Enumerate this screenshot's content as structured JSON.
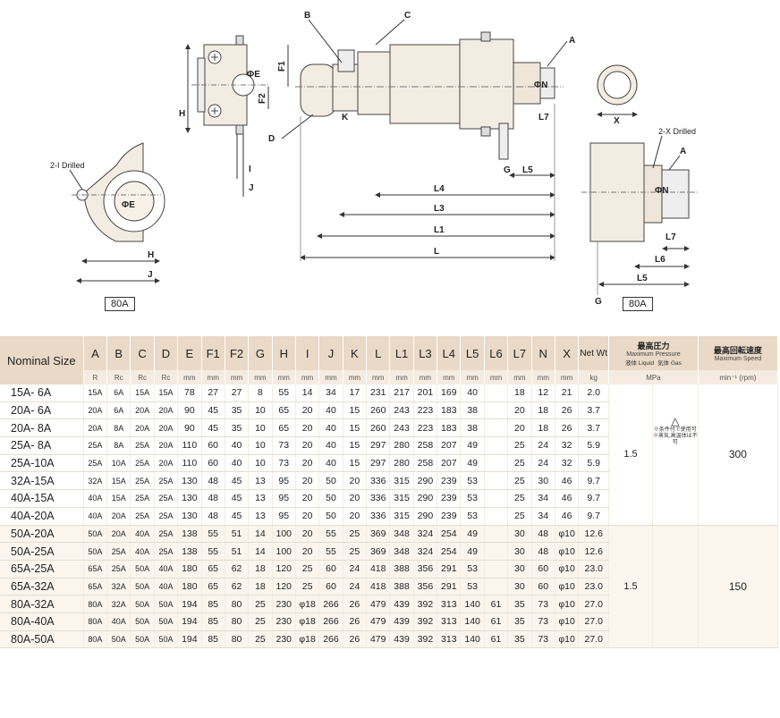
{
  "drawing_labels": {
    "B": "B",
    "C": "C",
    "A": "A",
    "D": "D",
    "K": "K",
    "F1": "F1",
    "F2": "F2",
    "H": "H",
    "I": "I",
    "J": "J",
    "E": "ΦE",
    "N": "ΦN",
    "L": "L",
    "L1": "L1",
    "L3": "L3",
    "L4": "L4",
    "L5": "L5",
    "L6": "L6",
    "L7": "L7",
    "G": "G",
    "X": "X",
    "drilled_2i": "2-I Drilled",
    "drilled_2x": "2-X Drilled",
    "size_80a_left": "80A",
    "size_80a_right": "80A"
  },
  "table": {
    "nominal_size_header": "Nominal Size",
    "columns": [
      "A",
      "B",
      "C",
      "D",
      "E",
      "F1",
      "F2",
      "G",
      "H",
      "I",
      "J",
      "K",
      "L",
      "L1",
      "L3",
      "L4",
      "L5",
      "L6",
      "L7",
      "N",
      "X"
    ],
    "netwt_header": "Net Wt",
    "pressure_header_jp": "最高圧力",
    "pressure_header_en": "Maximum Pressure",
    "liquid_label": "液体 Liquid",
    "gas_label": "気体 Gas",
    "speed_header_jp": "最高回転速度",
    "speed_header_en": "Maximum Speed",
    "units": [
      "R",
      "Rc",
      "Rc",
      "Rc",
      "mm",
      "mm",
      "mm",
      "mm",
      "mm",
      "mm",
      "mm",
      "mm",
      "mm",
      "mm",
      "mm",
      "mm",
      "mm",
      "mm",
      "mm",
      "mm",
      "mm"
    ],
    "netwt_unit": "kg",
    "pressure_unit": "MPa",
    "speed_unit": "min⁻¹ (rpm)",
    "pressure_value_1": "1.5",
    "pressure_value_2": "1.5",
    "speed_value_1": "300",
    "speed_value_2": "150",
    "gas_symbol": "△",
    "gas_note": "※条件付で使用可 ※蒸気,高温体は不可",
    "rows": [
      {
        "size": "15A- 6A",
        "v": [
          "15A",
          "6A",
          "15A",
          "15A",
          "78",
          "27",
          "27",
          "8",
          "55",
          "14",
          "34",
          "17",
          "231",
          "217",
          "201",
          "169",
          "40",
          "",
          "18",
          "12",
          "21"
        ],
        "wt": "2.0"
      },
      {
        "size": "20A- 6A",
        "v": [
          "20A",
          "6A",
          "20A",
          "20A",
          "90",
          "45",
          "35",
          "10",
          "65",
          "20",
          "40",
          "15",
          "260",
          "243",
          "223",
          "183",
          "38",
          "",
          "20",
          "18",
          "26"
        ],
        "wt": "3.7"
      },
      {
        "size": "20A- 8A",
        "v": [
          "20A",
          "8A",
          "20A",
          "20A",
          "90",
          "45",
          "35",
          "10",
          "65",
          "20",
          "40",
          "15",
          "260",
          "243",
          "223",
          "183",
          "38",
          "",
          "20",
          "18",
          "26"
        ],
        "wt": "3.7"
      },
      {
        "size": "25A- 8A",
        "v": [
          "25A",
          "8A",
          "25A",
          "20A",
          "110",
          "60",
          "40",
          "10",
          "73",
          "20",
          "40",
          "15",
          "297",
          "280",
          "258",
          "207",
          "49",
          "",
          "25",
          "24",
          "32"
        ],
        "wt": "5.9"
      },
      {
        "size": "25A-10A",
        "v": [
          "25A",
          "10A",
          "25A",
          "20A",
          "110",
          "60",
          "40",
          "10",
          "73",
          "20",
          "40",
          "15",
          "297",
          "280",
          "258",
          "207",
          "49",
          "",
          "25",
          "24",
          "32"
        ],
        "wt": "5.9"
      },
      {
        "size": "32A-15A",
        "v": [
          "32A",
          "15A",
          "25A",
          "25A",
          "130",
          "48",
          "45",
          "13",
          "95",
          "20",
          "50",
          "20",
          "336",
          "315",
          "290",
          "239",
          "53",
          "",
          "25",
          "30",
          "46"
        ],
        "wt": "9.7"
      },
      {
        "size": "40A-15A",
        "v": [
          "40A",
          "15A",
          "25A",
          "25A",
          "130",
          "48",
          "45",
          "13",
          "95",
          "20",
          "50",
          "20",
          "336",
          "315",
          "290",
          "239",
          "53",
          "",
          "25",
          "34",
          "46"
        ],
        "wt": "9.7"
      },
      {
        "size": "40A-20A",
        "v": [
          "40A",
          "20A",
          "25A",
          "25A",
          "130",
          "48",
          "45",
          "13",
          "95",
          "20",
          "50",
          "20",
          "336",
          "315",
          "290",
          "239",
          "53",
          "",
          "25",
          "34",
          "46"
        ],
        "wt": "9.7"
      },
      {
        "size": "50A-20A",
        "v": [
          "50A",
          "20A",
          "40A",
          "25A",
          "138",
          "55",
          "51",
          "14",
          "100",
          "20",
          "55",
          "25",
          "369",
          "348",
          "324",
          "254",
          "49",
          "",
          "30",
          "48",
          "φ10"
        ],
        "wt": "12.6"
      },
      {
        "size": "50A-25A",
        "v": [
          "50A",
          "25A",
          "40A",
          "25A",
          "138",
          "55",
          "51",
          "14",
          "100",
          "20",
          "55",
          "25",
          "369",
          "348",
          "324",
          "254",
          "49",
          "",
          "30",
          "48",
          "φ10"
        ],
        "wt": "12.6"
      },
      {
        "size": "65A-25A",
        "v": [
          "65A",
          "25A",
          "50A",
          "40A",
          "180",
          "65",
          "62",
          "18",
          "120",
          "25",
          "60",
          "24",
          "418",
          "388",
          "356",
          "291",
          "53",
          "",
          "30",
          "60",
          "φ10"
        ],
        "wt": "23.0"
      },
      {
        "size": "65A-32A",
        "v": [
          "65A",
          "32A",
          "50A",
          "40A",
          "180",
          "65",
          "62",
          "18",
          "120",
          "25",
          "60",
          "24",
          "418",
          "388",
          "356",
          "291",
          "53",
          "",
          "30",
          "60",
          "φ10"
        ],
        "wt": "23.0"
      },
      {
        "size": "80A-32A",
        "v": [
          "80A",
          "32A",
          "50A",
          "50A",
          "194",
          "85",
          "80",
          "25",
          "230",
          "φ18",
          "266",
          "26",
          "479",
          "439",
          "392",
          "313",
          "140",
          "61",
          "35",
          "73",
          "φ10"
        ],
        "wt": "27.0"
      },
      {
        "size": "80A-40A",
        "v": [
          "80A",
          "40A",
          "50A",
          "50A",
          "194",
          "85",
          "80",
          "25",
          "230",
          "φ18",
          "266",
          "26",
          "479",
          "439",
          "392",
          "313",
          "140",
          "61",
          "35",
          "73",
          "φ10"
        ],
        "wt": "27.0"
      },
      {
        "size": "80A-50A",
        "v": [
          "80A",
          "50A",
          "50A",
          "50A",
          "194",
          "85",
          "80",
          "25",
          "230",
          "φ18",
          "266",
          "26",
          "479",
          "439",
          "392",
          "313",
          "140",
          "61",
          "35",
          "73",
          "φ10"
        ],
        "wt": "27.0"
      }
    ]
  }
}
